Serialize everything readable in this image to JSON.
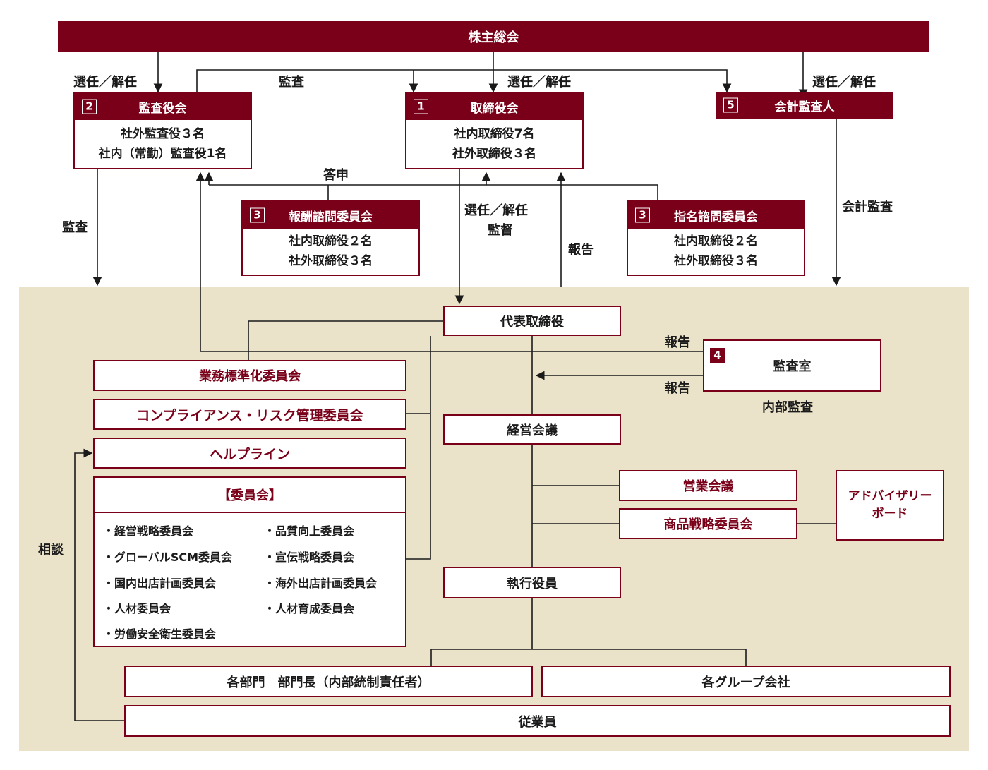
{
  "shareholders": "株主総会",
  "audit_board": {
    "num": "2",
    "title": "監査役会",
    "lines": [
      "社外監査役３名",
      "社内（常勤）監査役1名"
    ]
  },
  "board": {
    "num": "1",
    "title": "取締役会",
    "lines": [
      "社内取締役7名",
      "社外取締役３名"
    ]
  },
  "accounting_auditor": {
    "num": "5",
    "title": "会計監査人"
  },
  "compensation_committee": {
    "num": "3",
    "title": "報酬諮問委員会",
    "lines": [
      "社内取締役２名",
      "社外取締役３名"
    ]
  },
  "nomination_committee": {
    "num": "3",
    "title": "指名諮問委員会",
    "lines": [
      "社内取締役２名",
      "社外取締役３名"
    ]
  },
  "labels": {
    "appoint_left": "選任／解任",
    "audit_top": "監査",
    "appoint_center": "選任／解任",
    "appoint_right": "選任／解任",
    "report_answer": "答申",
    "audit_left": "監査",
    "appoint_supervise_1": "選任／解任",
    "appoint_supervise_2": "監督",
    "report_mid": "報告",
    "accounting_audit": "会計監査",
    "report_upper": "報告",
    "report_lower": "報告",
    "internal_audit": "内部監査",
    "consult": "相談"
  },
  "ceo": "代表取締役",
  "audit_office": {
    "num": "4",
    "title": "監査室"
  },
  "standardization": "業務標準化委員会",
  "compliance": "コンプライアンス・リスク管理委員会",
  "helpline": "ヘルプライン",
  "committees": {
    "title": "【委員会】",
    "left": [
      "・経営戦略委員会",
      "・グローバルSCM委員会",
      "・国内出店計画委員会",
      "・人材委員会",
      "・労働安全衛生委員会"
    ],
    "right": [
      "・品質向上委員会",
      "・宣伝戦略委員会",
      "・海外出店計画委員会",
      "・人材育成委員会"
    ]
  },
  "mgmt_meeting": "経営会議",
  "sales_meeting": "営業会議",
  "product_strategy": "商品戦略委員会",
  "advisory_board": [
    "アドバイザリー",
    "ボード"
  ],
  "executive_officers": "執行役員",
  "departments": "各部門　部門長（内部統制責任者）",
  "group_companies": "各グループ会社",
  "employees": "従業員",
  "colors": {
    "brand": "#7a0019",
    "background": "#ebe3c9"
  }
}
